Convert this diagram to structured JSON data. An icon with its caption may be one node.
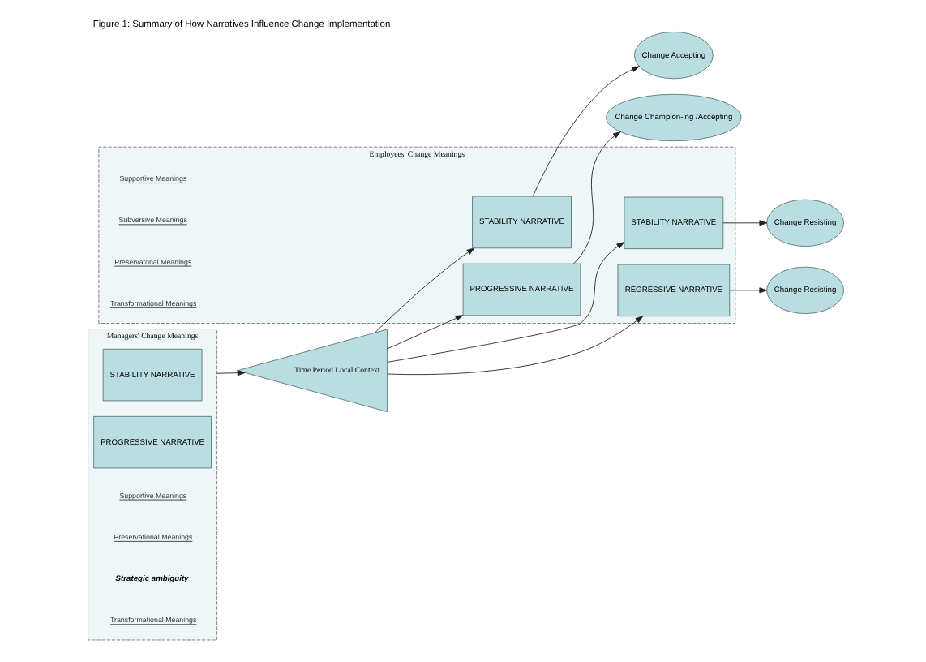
{
  "diagram": {
    "title": "Figure 1: Summary of How Narratives Influence Change Implementation",
    "nodes": [
      {
        "text": [
          "Managers' Change Meanings"
        ]
      },
      {
        "text": [
          "STABILITY NARRATIVE"
        ],
        "in": 0
      },
      {
        "text": [
          "PROGRESSIVE NARRATIVE"
        ],
        "in": 0
      },
      {
        "text": [
          "Time Period Local Context"
        ]
      },
      {
        "text": [
          "Employees' Change Meanings"
        ]
      },
      {
        "text": [
          "STABILITY NARRATIVE"
        ],
        "in": 4
      },
      {
        "text": [
          "STABILITY NARRATIVE"
        ],
        "in": 4
      },
      {
        "text": [
          "PROGRESSIVE NARRATIVE"
        ],
        "in": 4
      },
      {
        "text": [
          "REGRESSIVE NARRATIVE"
        ],
        "in": 4
      },
      {
        "text": [
          "Change Accepting"
        ]
      },
      {
        "text": [
          "Change Resisting"
        ]
      },
      {
        "text": [
          "Change Champion-ing /Accepting"
        ]
      },
      {
        "text": [
          "Change Resisting"
        ]
      }
    ],
    "edges": [
      {
        "from": 0,
        "to": 3,
        "arrow": "to"
      },
      {
        "from": 3,
        "to": 5,
        "arrow": "to"
      },
      {
        "from": 3,
        "to": 6,
        "arrow": "to"
      },
      {
        "from": 3,
        "to": 8,
        "arrow": "to"
      },
      {
        "from": 3,
        "to": 7,
        "arrow": "to"
      },
      {
        "from": 5,
        "to": 9,
        "arrow": "to"
      },
      {
        "from": 6,
        "to": 10,
        "arrow": "to"
      },
      {
        "from": 7,
        "to": 11,
        "arrow": "to"
      },
      {
        "from": 8,
        "to": 12,
        "arrow": "to"
      }
    ],
    "labels": [
      "Supportive Meanings",
      "Preservational Meanings",
      "Strategic ambiguity",
      "Transformational Meanings",
      "Supportive Meanings",
      "Subversive Meanings",
      "Preservatonal Meanings",
      "Transformational Meanings"
    ]
  }
}
